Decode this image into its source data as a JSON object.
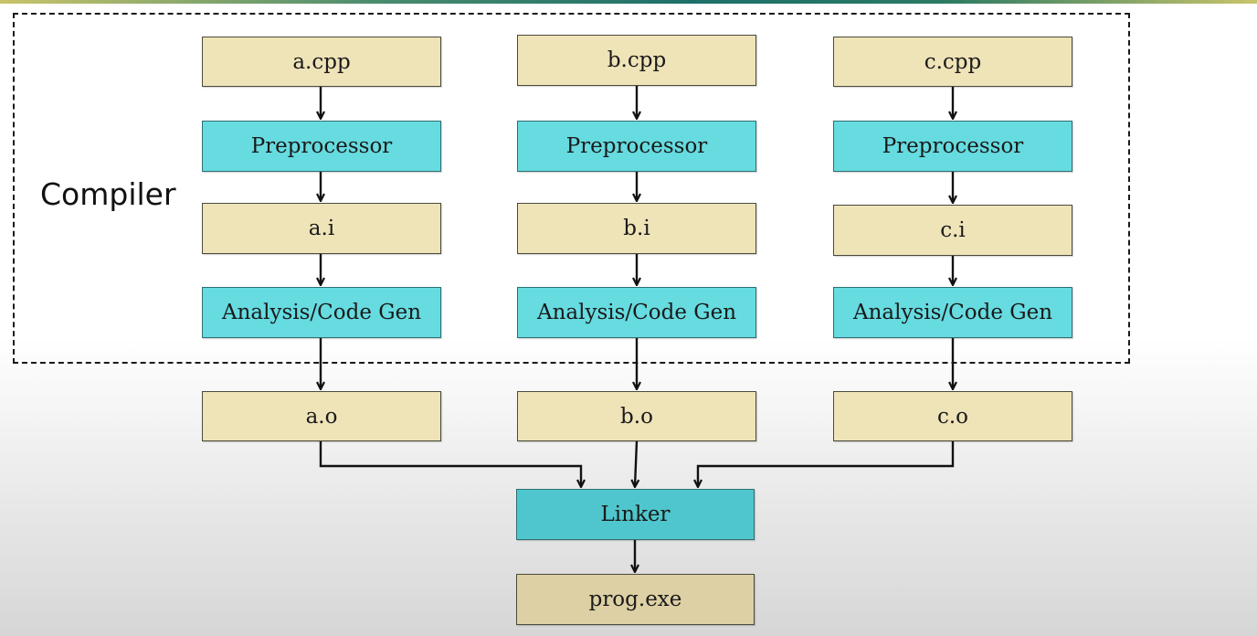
{
  "compiler_label": "Compiler",
  "pipelines": [
    {
      "source": "a.cpp",
      "preprocessor": "Preprocessor",
      "intermediate": "a.i",
      "codegen": "Analysis/Code Gen",
      "object": "a.o"
    },
    {
      "source": "b.cpp",
      "preprocessor": "Preprocessor",
      "intermediate": "b.i",
      "codegen": "Analysis/Code Gen",
      "object": "b.o"
    },
    {
      "source": "c.cpp",
      "preprocessor": "Preprocessor",
      "intermediate": "c.i",
      "codegen": "Analysis/Code Gen",
      "object": "c.o"
    }
  ],
  "linker": "Linker",
  "output": "prog.exe"
}
